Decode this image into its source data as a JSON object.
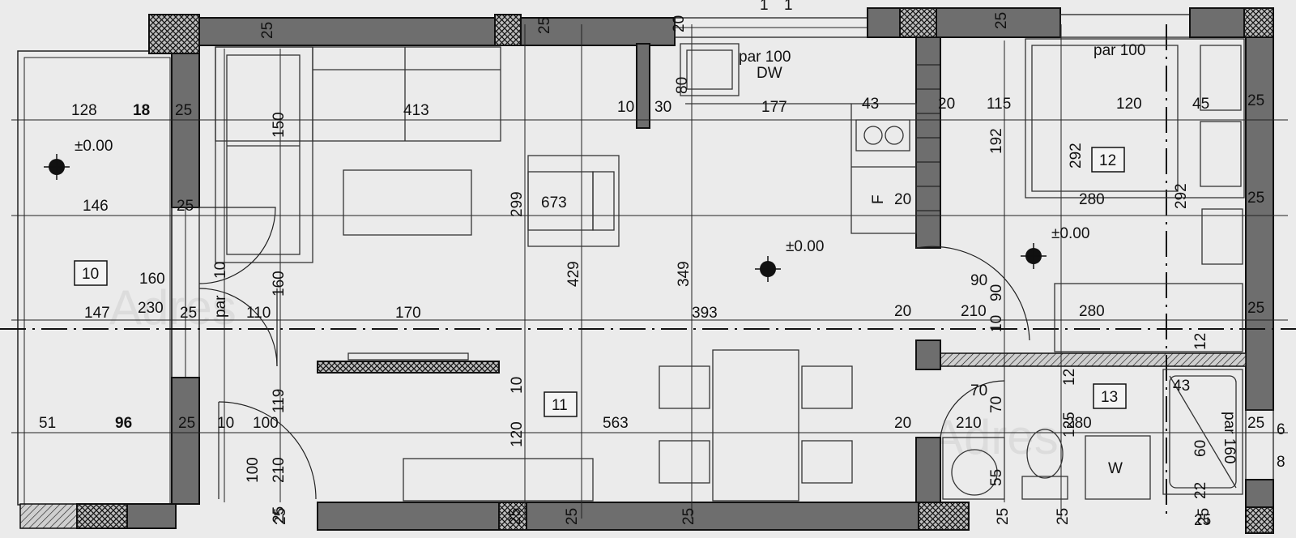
{
  "rooms": {
    "r10": "10",
    "r11": "11",
    "r12": "12",
    "r13": "13"
  },
  "levels": {
    "balcony": "±0.00",
    "living": "±0.00",
    "bedroom": "±0.00"
  },
  "appliances": {
    "dw_par": "par 100",
    "dw": "DW",
    "bed_par": "par 100",
    "fridge": "F",
    "washer": "W",
    "bath_par": "par 160",
    "hall_par": "par"
  },
  "dims": {
    "d128": "128",
    "d18": "18",
    "d25a": "25",
    "d146": "146",
    "d25b": "25",
    "d160a": "160",
    "d230": "230",
    "d147": "147",
    "d25c": "25",
    "d110": "110",
    "d51": "51",
    "d96": "96",
    "d25d": "25",
    "d10a": "10",
    "d100a": "100",
    "d413": "413",
    "d150": "150",
    "d10b": "10",
    "d160b": "160",
    "d170": "170",
    "d673": "673",
    "d299": "299",
    "d429": "429",
    "d349": "349",
    "d393": "393",
    "d10c": "10",
    "d30": "30",
    "d177": "177",
    "d80": "80",
    "d43a": "43",
    "d20a": "20",
    "d20b": "20",
    "d90a": "90",
    "d90b": "90",
    "d20c": "20",
    "d210a": "210",
    "d10d": "10",
    "d563": "563",
    "d120a": "120",
    "d10e": "10",
    "d119": "119",
    "d100b": "100",
    "d210b": "210",
    "d25e": "25",
    "d115": "115",
    "d192": "192",
    "d120b": "120",
    "d45": "45",
    "d292a": "292",
    "d280a": "280",
    "d292b": "292",
    "d280b": "280",
    "d12a": "12",
    "d70a": "70",
    "d70b": "70",
    "d20d": "20",
    "d210c": "210",
    "d280c": "280",
    "d12b": "12",
    "d125": "125",
    "d43b": "43",
    "d60": "60",
    "d55": "55",
    "d22": "22",
    "d6": "6",
    "d8": "8",
    "t25_1": "25",
    "t25_2": "25",
    "t20": "20",
    "t25_3": "25",
    "b25_1": "25",
    "b25_2": "25",
    "b25_3": "25",
    "b25_4": "25",
    "b25_5": "25",
    "b25_6": "25",
    "b25_7": "25",
    "r25_1": "25",
    "r25_2": "25",
    "r25_3": "25",
    "r25_4": "25",
    "r25_5": "25",
    "top_a": "1",
    "top_b": "1"
  },
  "watermarks": {
    "w1": "Adres",
    "w2": "Adres"
  }
}
